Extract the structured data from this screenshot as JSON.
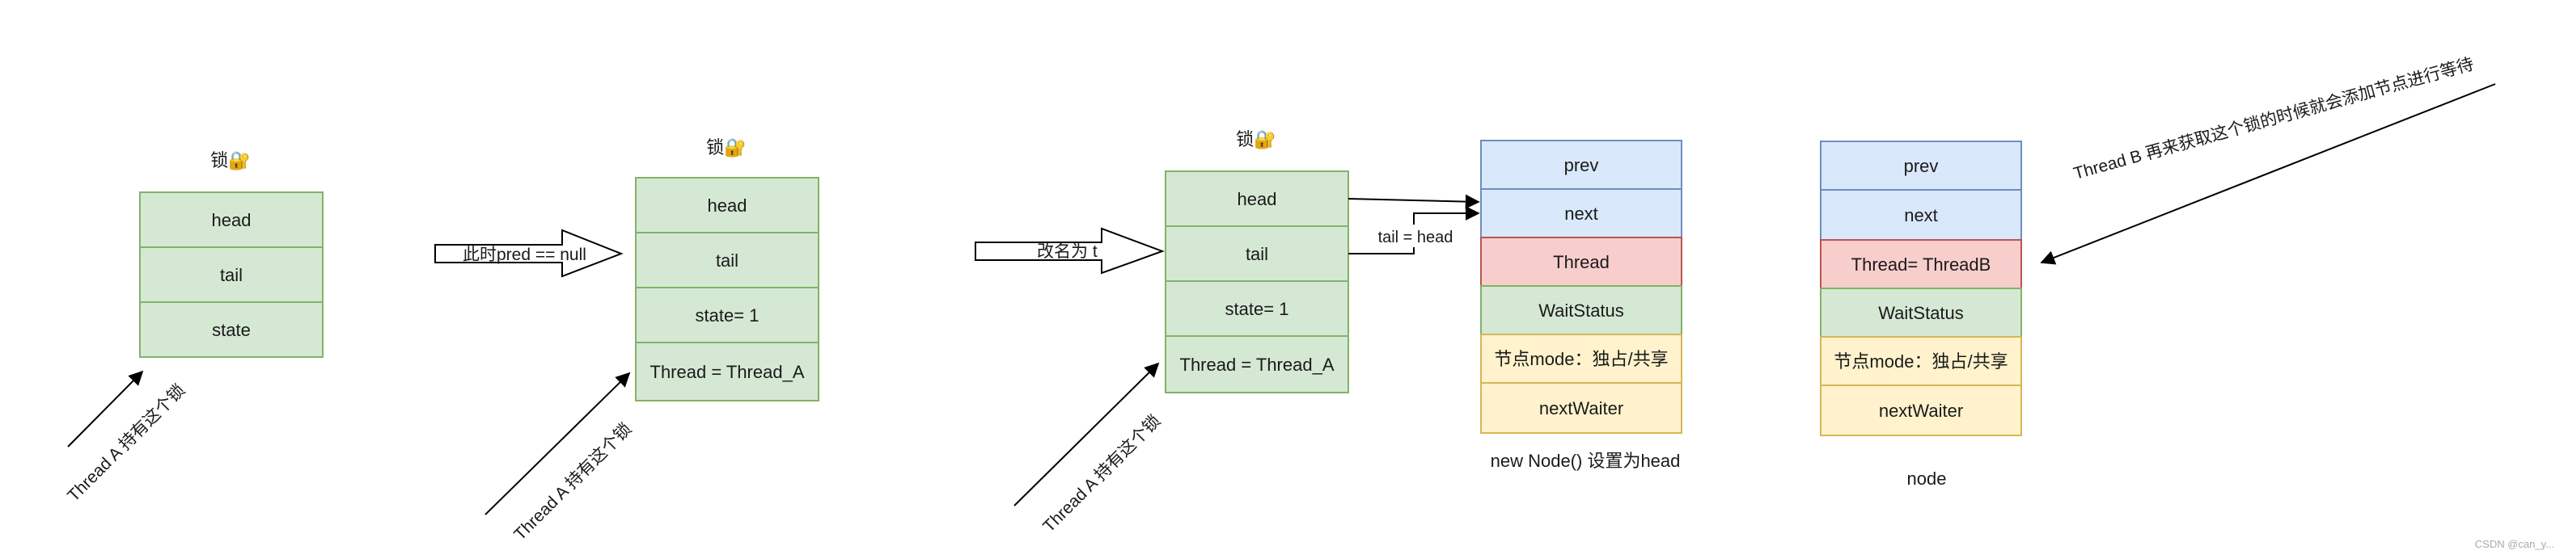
{
  "colors": {
    "green": "#d5e8d4",
    "blue": "#dae8fc",
    "red": "#f8cecc",
    "yellow": "#fff2cc"
  },
  "lock_label": "锁🔐",
  "stage1": {
    "cells": [
      "head",
      "tail",
      "state"
    ],
    "annotation": "Thread A 持有这个锁"
  },
  "arrow1": {
    "label": "此时pred == null"
  },
  "stage2": {
    "cells": [
      "head",
      "tail",
      "state= 1",
      "Thread = Thread_A"
    ],
    "annotation": "Thread A 持有这个锁"
  },
  "arrow2": {
    "label": "改名为 t"
  },
  "stage3": {
    "cells": [
      "head",
      "tail",
      "state= 1",
      "Thread = Thread_A"
    ],
    "annotation": "Thread A 持有这个锁",
    "tail_link_label": "tail = head"
  },
  "node_head": {
    "cells": [
      "prev",
      "next",
      "Thread",
      "WaitStatus",
      "节点mode：独占/共享",
      "nextWaiter"
    ],
    "caption": "new Node()  设置为head"
  },
  "node_b": {
    "cells": [
      "prev",
      "next",
      "Thread= ThreadB",
      "WaitStatus",
      "节点mode：独占/共享",
      "nextWaiter"
    ],
    "caption": "node"
  },
  "thread_b_note": "Thread B 再来获取这个锁的时候就会添加节点进行等待",
  "watermark": "CSDN @can_y..."
}
